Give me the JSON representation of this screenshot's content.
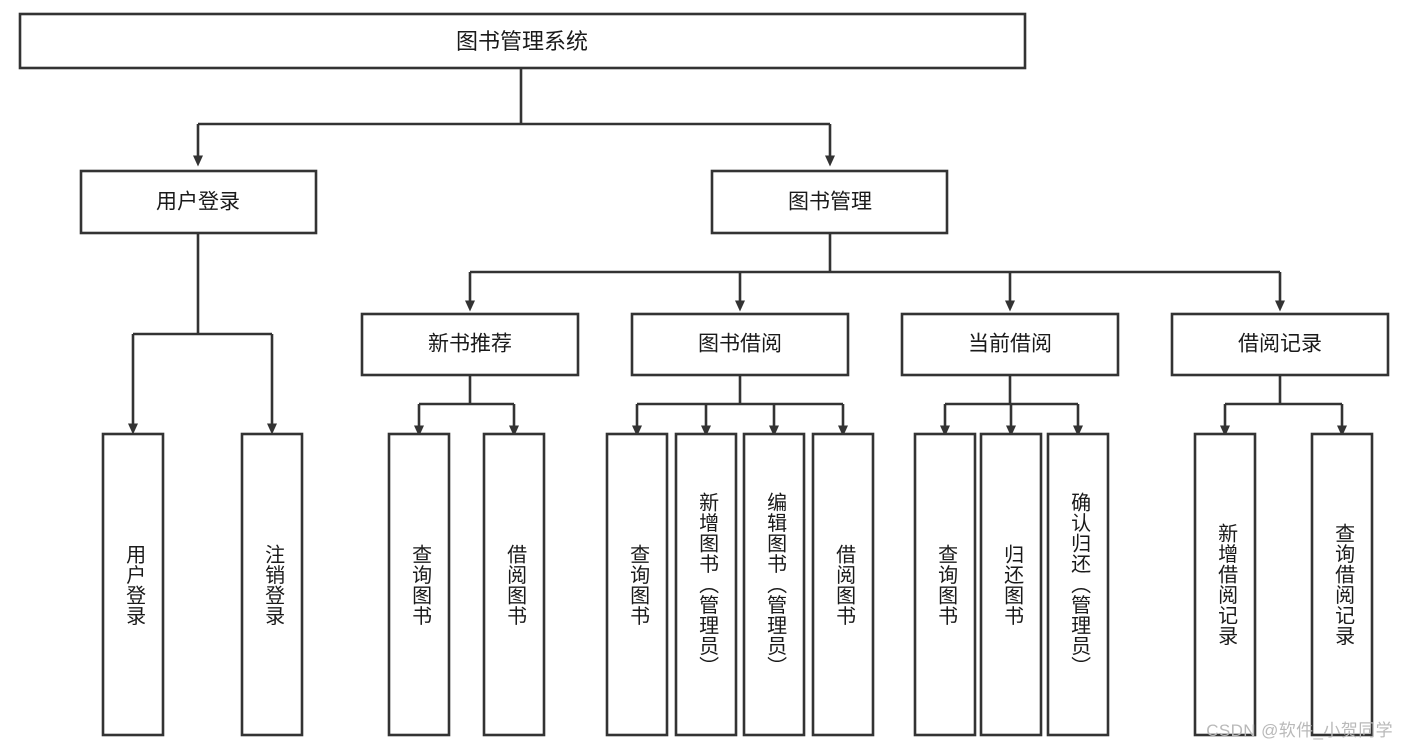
{
  "diagram": {
    "type": "tree",
    "title_node": {
      "id": "root",
      "label": "图书管理系统"
    },
    "level2": [
      {
        "id": "user-login",
        "label": "用户登录"
      },
      {
        "id": "book-manage",
        "label": "图书管理"
      }
    ],
    "level3": [
      {
        "id": "new-book-recommend",
        "label": "新书推荐",
        "parent": "book-manage"
      },
      {
        "id": "book-borrow",
        "label": "图书借阅",
        "parent": "book-manage"
      },
      {
        "id": "current-borrow",
        "label": "当前借阅",
        "parent": "book-manage"
      },
      {
        "id": "borrow-record",
        "label": "借阅记录",
        "parent": "book-manage"
      }
    ],
    "leaves": {
      "user_login": [
        {
          "id": "leaf-user-login",
          "label": "用户登录"
        },
        {
          "id": "leaf-logout",
          "label": "注销登录"
        }
      ],
      "new_book_recommend": [
        {
          "id": "leaf-query-book-1",
          "label": "查询图书"
        },
        {
          "id": "leaf-borrow-book-1",
          "label": "借阅图书"
        }
      ],
      "book_borrow": [
        {
          "id": "leaf-query-book-2",
          "label": "查询图书"
        },
        {
          "id": "leaf-add-book",
          "label": "新增图书（管理员）"
        },
        {
          "id": "leaf-edit-book",
          "label": "编辑图书（管理员）"
        },
        {
          "id": "leaf-borrow-book-2",
          "label": "借阅图书"
        }
      ],
      "current_borrow": [
        {
          "id": "leaf-query-book-3",
          "label": "查询图书"
        },
        {
          "id": "leaf-return-book",
          "label": "归还图书"
        },
        {
          "id": "leaf-confirm-return",
          "label": "确认归还（管理员）"
        }
      ],
      "borrow_record": [
        {
          "id": "leaf-add-record",
          "label": "新增借阅记录"
        },
        {
          "id": "leaf-query-record",
          "label": "查询借阅记录"
        }
      ]
    }
  },
  "watermark": {
    "text": "CSDN @软件_小贺同学"
  },
  "colors": {
    "stroke": "#333333",
    "fill": "#ffffff",
    "text": "#1a1a1a",
    "watermark": "#b9b9b9"
  }
}
